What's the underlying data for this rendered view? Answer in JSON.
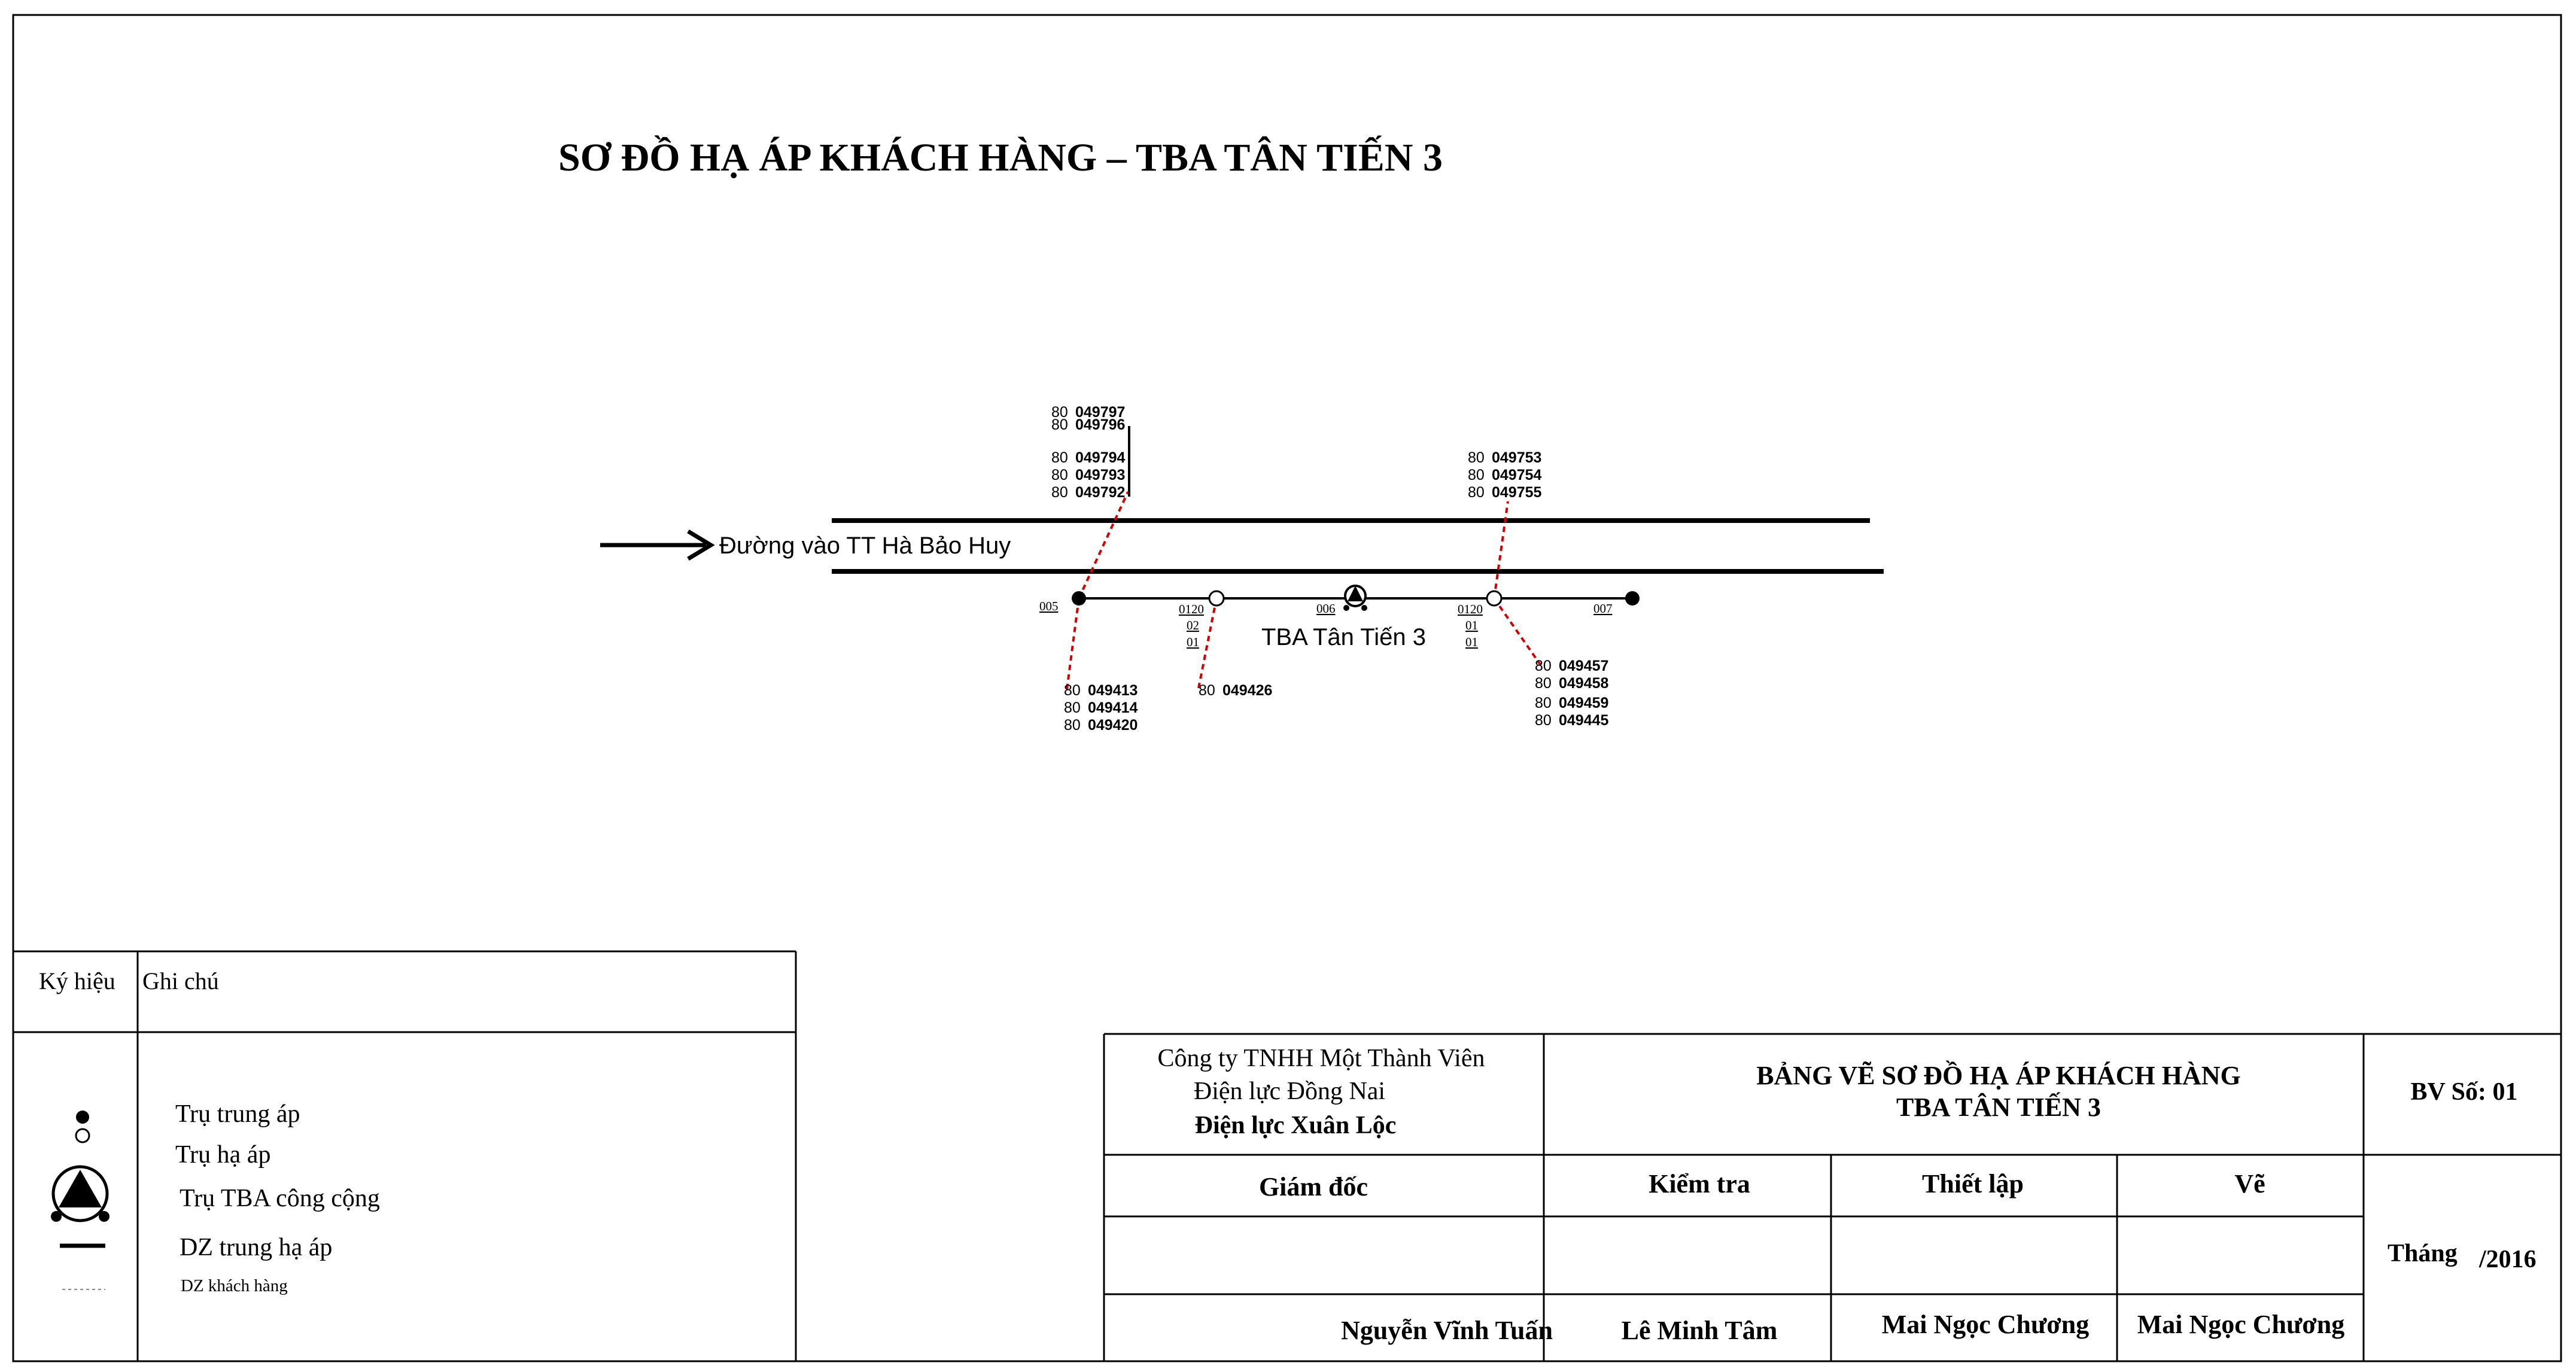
{
  "title": "SƠ ĐỒ HẠ ÁP KHÁCH HÀNG – TBA TÂN TIẾN 3",
  "road": {
    "label": "Đường vào TT Hà Bảo Huy"
  },
  "substation": {
    "label": "TBA Tân Tiến 3"
  },
  "poles": {
    "p005": "005",
    "p006": "006",
    "p007": "007",
    "p0120_a": [
      "0120",
      "02",
      "01"
    ],
    "p0120_b": [
      "0120",
      "01",
      "01"
    ]
  },
  "meter_groups": {
    "top_left": [
      {
        "prefix": "80",
        "code": "049797"
      },
      {
        "prefix": "80",
        "code": "049796"
      },
      {
        "prefix": "80",
        "code": "049794"
      },
      {
        "prefix": "80",
        "code": "049793"
      },
      {
        "prefix": "80",
        "code": "049792"
      }
    ],
    "top_right": [
      {
        "prefix": "80",
        "code": "049753"
      },
      {
        "prefix": "80",
        "code": "049754"
      },
      {
        "prefix": "80",
        "code": "049755"
      }
    ],
    "bottom_left": [
      {
        "prefix": "80",
        "code": "049413"
      },
      {
        "prefix": "80",
        "code": "049414"
      },
      {
        "prefix": "80",
        "code": "049420"
      }
    ],
    "bottom_mid": [
      {
        "prefix": "80",
        "code": "049426"
      }
    ],
    "bottom_right": [
      {
        "prefix": "80",
        "code": "049457"
      },
      {
        "prefix": "80",
        "code": "049458"
      },
      {
        "prefix": "80",
        "code": "049459"
      },
      {
        "prefix": "80",
        "code": "049445"
      }
    ]
  },
  "legend": {
    "header_symbol": "Ký hiệu",
    "header_note": "Ghi chú",
    "items": [
      {
        "icon": "filled-circle-icon",
        "label": "Trụ trung áp"
      },
      {
        "icon": "hollow-circle-icon",
        "label": "Trụ hạ áp"
      },
      {
        "icon": "substation-triangle-icon",
        "label": "Trụ TBA công cộng"
      },
      {
        "icon": "solid-line-icon",
        "label": "DZ trung hạ áp"
      },
      {
        "icon": "dashed-line-icon",
        "label": "DZ khách hàng"
      }
    ]
  },
  "title_block": {
    "company": [
      "Công ty TNHH Một Thành Viên",
      "Điện lực Đồng Nai",
      "Điện lực Xuân Lộc"
    ],
    "drawing_title": [
      "BẢNG VẼ SƠ ĐỒ HẠ ÁP KHÁCH HÀNG",
      "TBA TÂN TIẾN 3"
    ],
    "drawing_no": "BV Số: 01",
    "roles": [
      "Giám đốc",
      "Kiểm tra",
      "Thiết lập",
      "Vẽ"
    ],
    "names": [
      "Nguyễn Vĩnh Tuấn",
      "Lê Minh Tâm",
      "Mai Ngọc Chương",
      "Mai Ngọc Chương"
    ],
    "month_label": "Tháng",
    "year": "/2016"
  },
  "colors": {
    "line": "#000000",
    "customer_line": "#d40000"
  }
}
